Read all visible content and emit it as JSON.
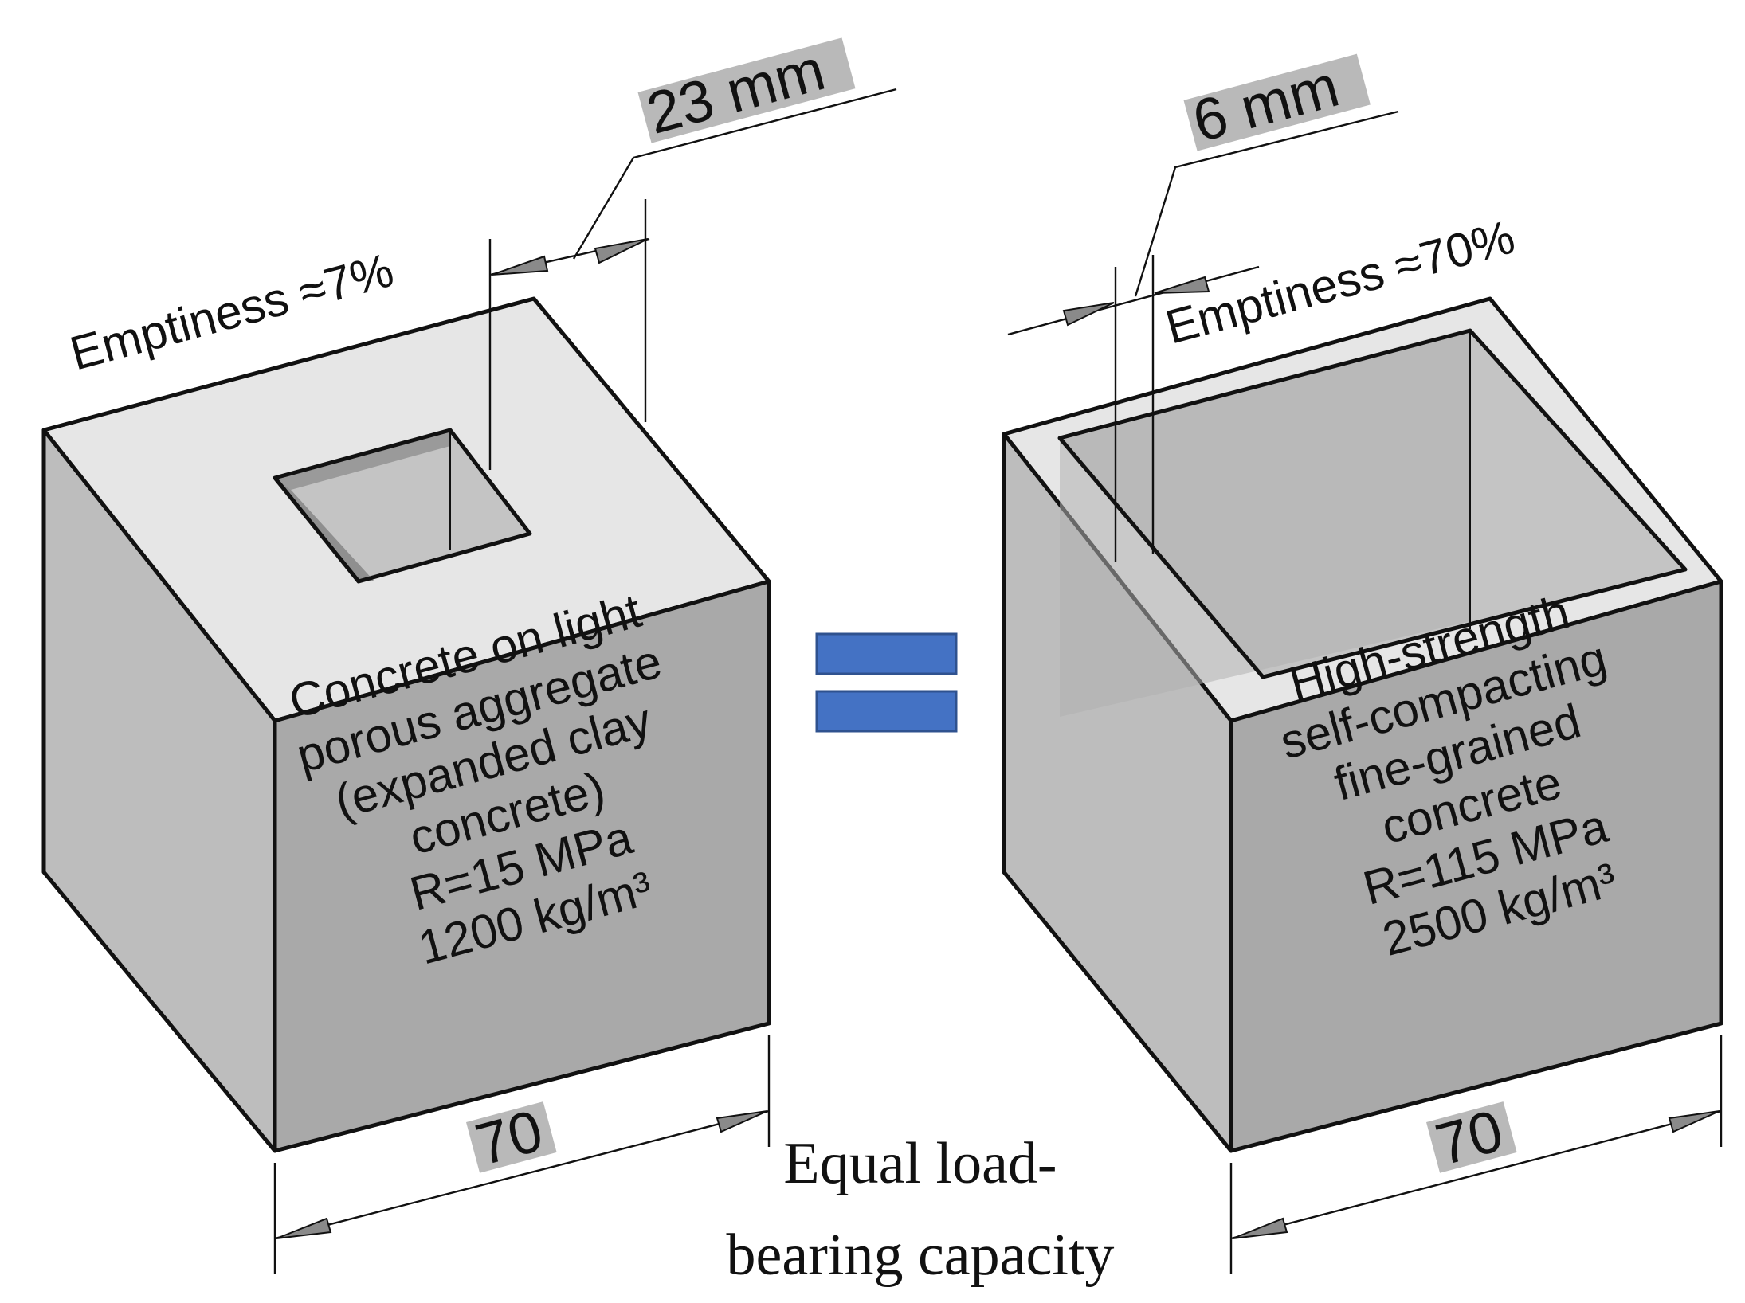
{
  "left_block": {
    "emptiness": "Emptiness ≈7%",
    "wall_dimension": "23 mm",
    "width_dimension": "70",
    "description_lines": [
      "Concrete on light",
      "porous aggregate",
      "(expanded clay",
      "concrete)",
      "R=15 MPa",
      "1200 kg/m³"
    ]
  },
  "right_block": {
    "emptiness": "Emptiness ≈70%",
    "wall_dimension": "6 mm",
    "width_dimension": "70",
    "description_lines": [
      "High-strength",
      "self-compacting",
      "fine-grained",
      "concrete",
      "R=115 MPa",
      "2500 kg/m³"
    ]
  },
  "equals_sign": {
    "color": "#4472c4",
    "border_color": "#2f528f"
  },
  "caption": {
    "line1": "Equal load-",
    "line2": "bearing capacity"
  },
  "colors": {
    "top_face": "#e6e6e6",
    "left_face": "#bdbdbd",
    "front_face": "#a9a9a9",
    "hole_floor": "#c4c4c4",
    "hole_wall": "#9a9a9a",
    "label_highlight": "#b9b9b9"
  }
}
